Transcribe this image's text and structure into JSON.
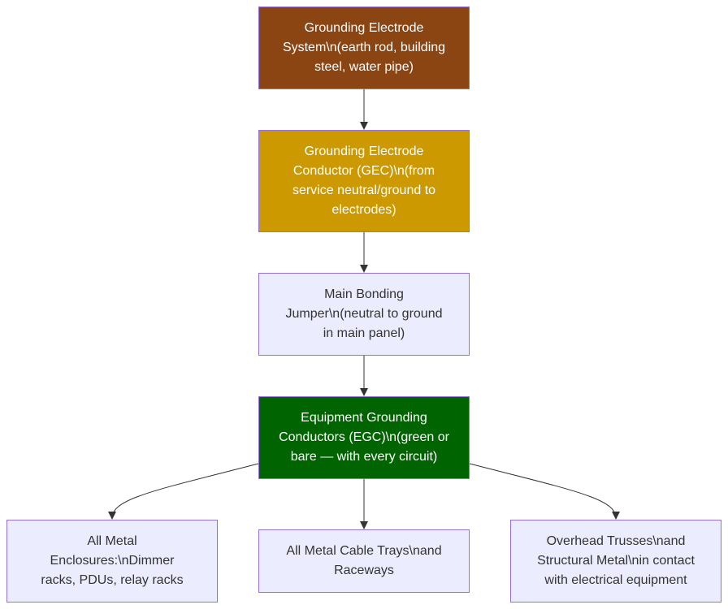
{
  "colors": {
    "electrode": "#8B4513",
    "gec": "#CC9900",
    "default_node": "#ECECFF",
    "egc": "#006400",
    "node_border": "#9370DB",
    "edge": "#333333"
  },
  "nodes": {
    "electrode": {
      "label": "Grounding Electrode System\\n(earth rod, building steel, water pipe)"
    },
    "gec": {
      "label": "Grounding Electrode Conductor (GEC)\\n(from service neutral/ground to electrodes)"
    },
    "mbj": {
      "label": "Main Bonding Jumper\\n(neutral to ground in main panel)"
    },
    "egc": {
      "label": "Equipment Grounding Conductors (EGC)\\n(green or bare — with every circuit)"
    },
    "enclosures": {
      "label": "All Metal Enclosures:\\nDimmer racks, PDUs, relay racks"
    },
    "trays": {
      "label": "All Metal Cable Trays\\nand Raceways"
    },
    "trusses": {
      "label": "Overhead Trusses\\nand Structural Metal\\nin contact with electrical equipment"
    }
  },
  "edges": [
    {
      "from": "electrode",
      "to": "gec"
    },
    {
      "from": "gec",
      "to": "mbj"
    },
    {
      "from": "mbj",
      "to": "egc"
    },
    {
      "from": "egc",
      "to": "enclosures"
    },
    {
      "from": "egc",
      "to": "trays"
    },
    {
      "from": "egc",
      "to": "trusses"
    }
  ]
}
